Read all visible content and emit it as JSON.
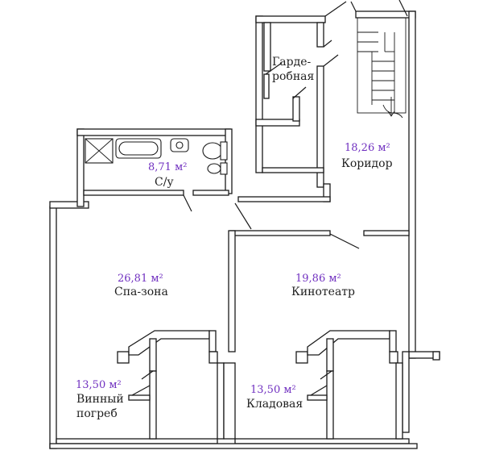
{
  "rooms": {
    "garderobnaya": {
      "name_line1": "Гарде-",
      "name_line2": "робная"
    },
    "koridor": {
      "name": "Коридор",
      "area": "18,26 м²"
    },
    "su": {
      "name": "С/у",
      "area": "8,71 м²"
    },
    "spa": {
      "name": "Спа-зона",
      "area": "26,81 м²"
    },
    "kinoteatr": {
      "name": "Кинотеатр",
      "area": "19,86 м²"
    },
    "vinny": {
      "name_line1": "Винный",
      "name_line2": "погреб",
      "area": "13,50 м²"
    },
    "kladovaya": {
      "name": "Кладовая",
      "area": "13,50 м²"
    }
  },
  "colors": {
    "area_text": "#7030c0",
    "wall": "#1a1a1a"
  }
}
